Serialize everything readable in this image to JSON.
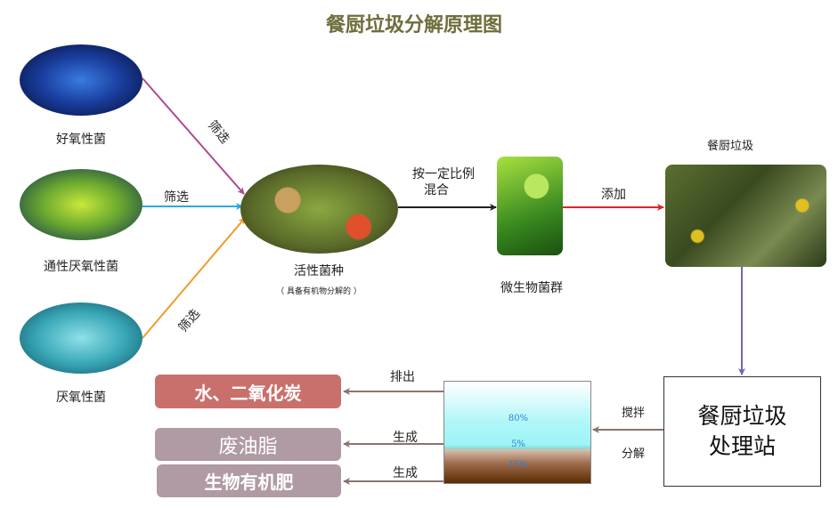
{
  "title": "餐厨垃圾分解原理图",
  "bacteria": [
    {
      "label": "好氧性菌"
    },
    {
      "label": "通性厌氧性菌"
    },
    {
      "label": "厌氧性菌"
    }
  ],
  "screen_labels": [
    "筛选",
    "筛选",
    "筛选"
  ],
  "active": {
    "label": "活性菌种",
    "sub": "（ 具备有机物分解的 ）"
  },
  "mix_label": [
    "按一定比例",
    "混合"
  ],
  "microbe": {
    "label": "微生物菌群"
  },
  "add_label": "添加",
  "waste": {
    "label": "餐厨垃圾"
  },
  "station": {
    "line1": "餐厨垃圾",
    "line2": "处理站"
  },
  "stir": "搅拌",
  "decompose": "分解",
  "tank": {
    "water_pct": "80%",
    "oil_pct": "5%",
    "solid_pct": "15%"
  },
  "outputs": [
    {
      "action": "排出",
      "label": "水、二氧化炭",
      "color": "#c9706c"
    },
    {
      "action": "生成",
      "label": "废油脂",
      "color": "#b09aa3"
    },
    {
      "action": "生成",
      "label": "生物有机肥",
      "color": "#b09aa3"
    }
  ],
  "colors": {
    "title": "#6e6e3c",
    "pink": "#b04a8e",
    "blue": "#29a8e0",
    "orange": "#f39a2a",
    "red": "#e0242a",
    "purple": "#7a62b0",
    "brown": "#8a7470"
  }
}
